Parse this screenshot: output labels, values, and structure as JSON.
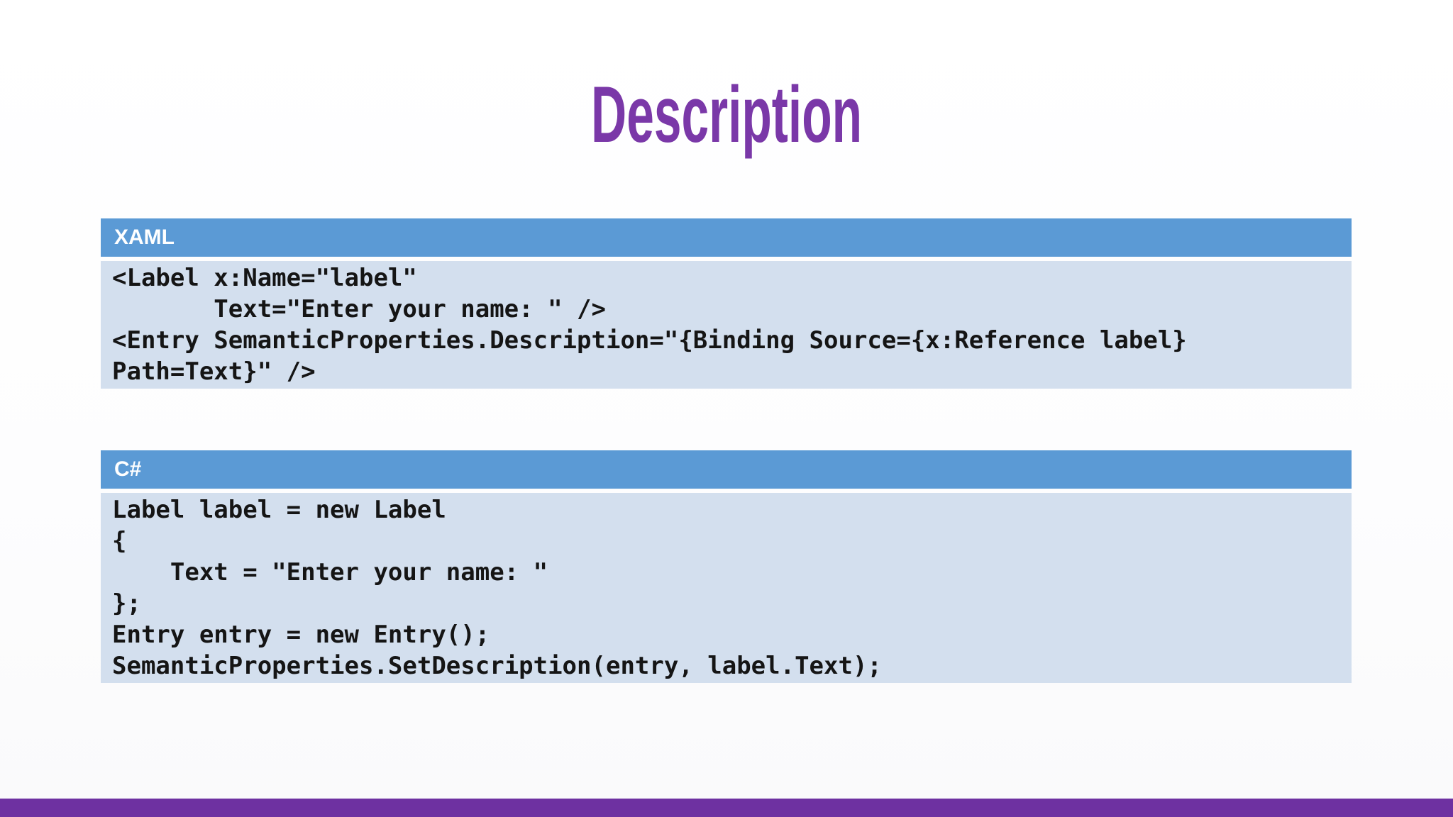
{
  "slide": {
    "title": "Description",
    "title_color": "#7A38A8",
    "footer_bar_color": "#6E31A1",
    "code_header_bg": "#5B9AD5",
    "code_body_bg": "#D3DFEE",
    "code_blocks": [
      {
        "language": "XAML",
        "lines": [
          "<Label x:Name=\"label\"",
          "       Text=\"Enter your name: \" />",
          "<Entry SemanticProperties.Description=\"{Binding Source={x:Reference label}",
          "Path=Text}\" />"
        ]
      },
      {
        "language": "C#",
        "lines": [
          "Label label = new Label",
          "{",
          "    Text = \"Enter your name: \"",
          "};",
          "Entry entry = new Entry();",
          "SemanticProperties.SetDescription(entry, label.Text);"
        ]
      }
    ]
  }
}
